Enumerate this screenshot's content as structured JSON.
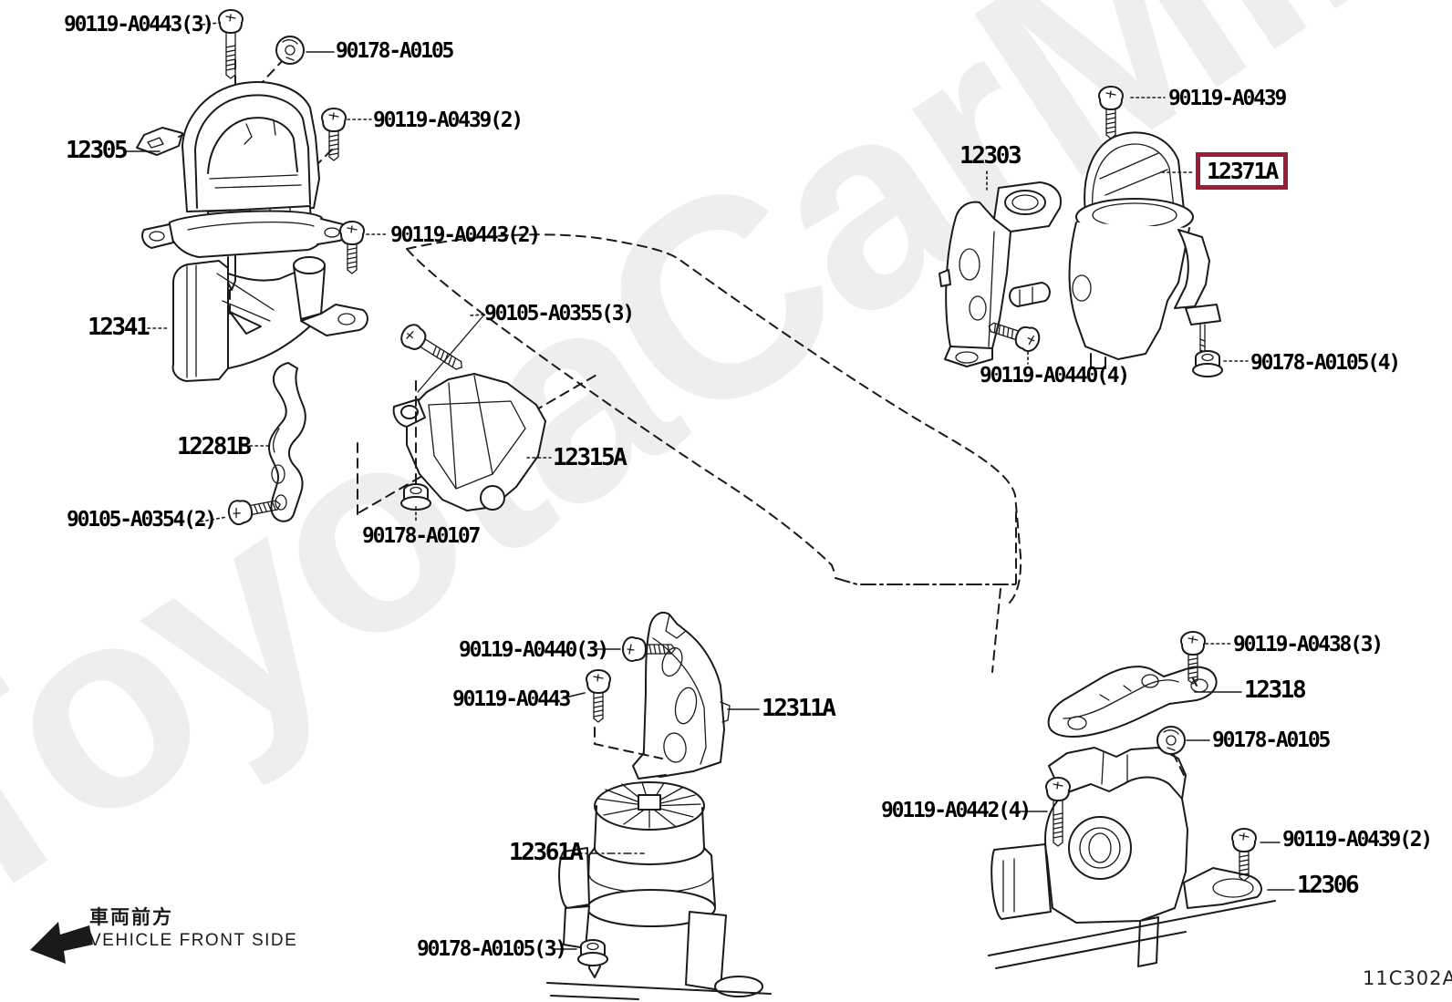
{
  "page": {
    "background_color": "#ffffff",
    "line_color": "#1a1a1a",
    "highlight_color": "#9e1c36",
    "watermark_color": "#eeeeee"
  },
  "watermark": {
    "text": "ToyotaCarMins.ru"
  },
  "drawing_code": "11C302A",
  "direction_indicator": {
    "jp": "車両前方",
    "en": "VEHICLE FRONT SIDE"
  },
  "callouts": {
    "c90119_a0443_3": "90119-A0443(3)",
    "c90178_a0105_top": "90178-A0105",
    "c12305": "12305",
    "c90119_a0439_2_left": "90119-A0439(2)",
    "c90119_a0443_2": "90119-A0443(2)",
    "c12341": "12341",
    "c90105_a0355_3": "90105-A0355(3)",
    "c12281b": "12281B",
    "c90105_a0354_2": "90105-A0354(2)",
    "c12315a": "12315A",
    "c90178_a0107": "90178-A0107",
    "c90119_a0439_top_right": "90119-A0439",
    "c12303": "12303",
    "c12371a": "12371A",
    "c90119_a0440_4": "90119-A0440(4)",
    "c90178_a0105_4": "90178-A0105(4)",
    "c90119_a0440_3": "90119-A0440(3)",
    "c90119_a0443_bottom": "90119-A0443",
    "c12311a": "12311A",
    "c12361a": "12361A",
    "c90178_a0105_3": "90178-A0105(3)",
    "c90119_a0438_3": "90119-A0438(3)",
    "c12318": "12318",
    "c90178_a0105_right": "90178-A0105",
    "c90119_a0442_4": "90119-A0442(4)",
    "c90119_a0439_2_bottom_right": "90119-A0439(2)",
    "c12306": "12306"
  }
}
